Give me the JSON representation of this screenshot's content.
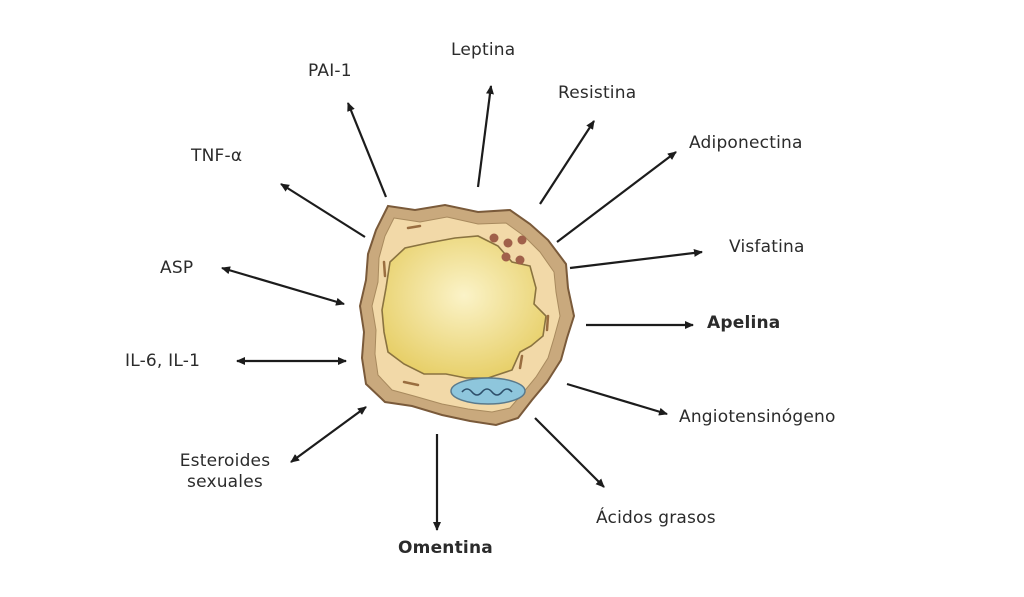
{
  "colors": {
    "membrane_outer": "#c9a97d",
    "membrane_stroke": "#7a5a3a",
    "cytoplasm": "#f2d9a8",
    "lipid_droplet": "#ecd77a",
    "lipid_highlight": "#fbf3c8",
    "nucleus": "#8ec6dc",
    "granules": "#a0604a",
    "arrow": "#1c1c1c"
  },
  "labels": {
    "pai1": "PAI-1",
    "leptina": "Leptina",
    "resistina": "Resistina",
    "adiponectina": "Adiponectina",
    "tnf": "TNF-α",
    "visfatina": "Visfatina",
    "asp": "ASP",
    "apelina": "Apelina",
    "il6": "IL-6, IL-1",
    "angiotensinogeno": "Angiotensinógeno",
    "esteroides_line1": "Esteroides",
    "esteroides_line2": "sexuales",
    "acidos": "Ácidos grasos",
    "omentina": "Omentina"
  }
}
